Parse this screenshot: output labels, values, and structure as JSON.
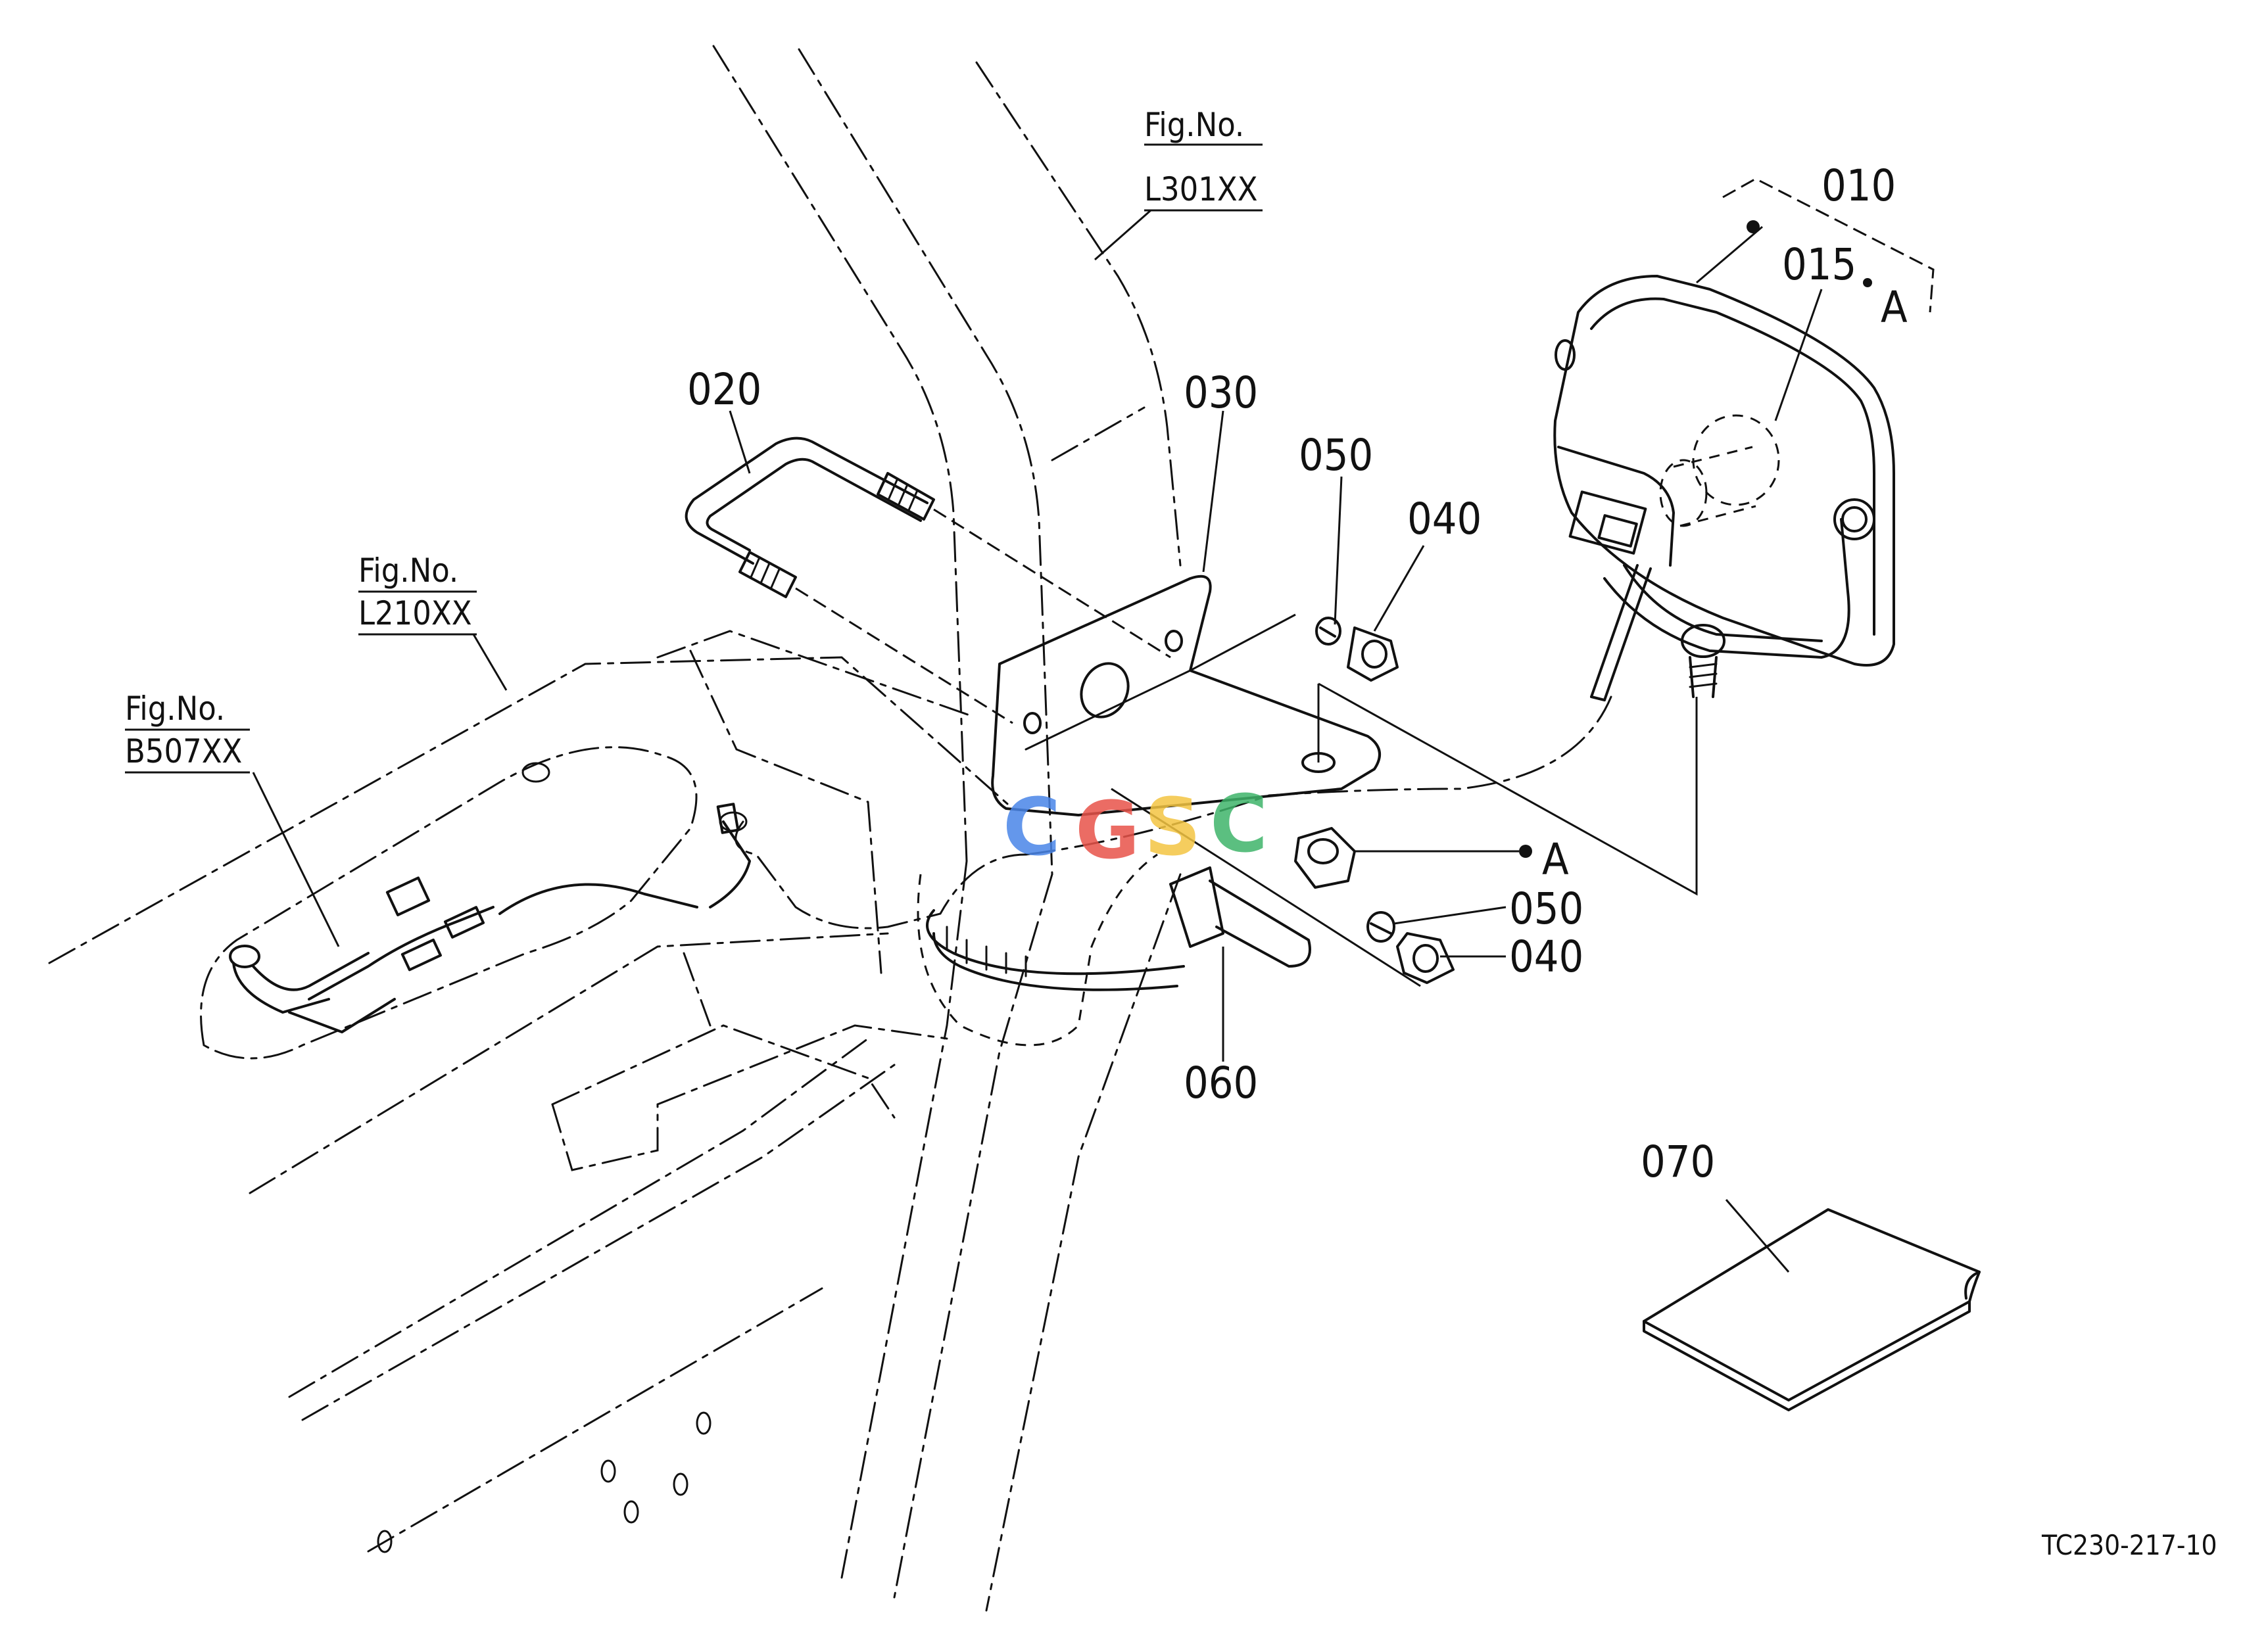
{
  "figure_refs": [
    {
      "id": "fig-l301",
      "title": "Fig.No.",
      "number": "L301XX"
    },
    {
      "id": "fig-l210",
      "title": "Fig.No.",
      "number": "L210XX"
    },
    {
      "id": "fig-b507",
      "title": "Fig.No.",
      "number": "B507XX"
    }
  ],
  "parts": {
    "p010": "010",
    "p015": "015",
    "p020": "020",
    "p030": "030",
    "p040_top": "040",
    "p040_bottom": "040",
    "p050_top": "050",
    "p050_bottom": "050",
    "p060": "060",
    "p070": "070"
  },
  "markers": {
    "a_top": "A",
    "a_mid": "A"
  },
  "watermark": {
    "letters": [
      "C",
      "G",
      "S",
      "C"
    ],
    "colors": [
      "#4a86e8",
      "#e8534a",
      "#f4c542",
      "#3fb46a"
    ]
  },
  "drawing_code": "TC230-217-10"
}
